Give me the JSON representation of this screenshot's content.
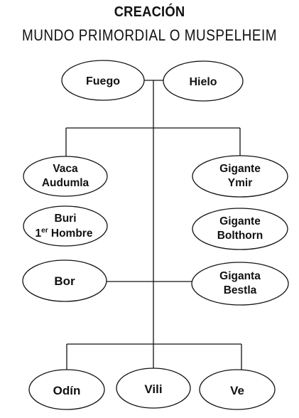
{
  "header": {
    "title": "CREACIÓN",
    "subtitle": "MUNDO PRIMORDIAL O MUSPELHEIM"
  },
  "nodes": {
    "fuego": {
      "lines": [
        "Fuego"
      ]
    },
    "hielo": {
      "lines": [
        "Hielo"
      ]
    },
    "vaca": {
      "lines": [
        "Vaca",
        "Audumla"
      ]
    },
    "buri": {
      "line1": "Buri",
      "line2_num": "1",
      "line2_sup": "er",
      "line2_rest": " Hombre"
    },
    "bor": {
      "lines": [
        "Bor"
      ]
    },
    "ymir": {
      "lines": [
        "Gigante",
        "Ymir"
      ]
    },
    "bolthorn": {
      "lines": [
        "Gigante",
        "Bolthorn"
      ]
    },
    "bestla": {
      "lines": [
        "Giganta",
        "Bestla"
      ]
    },
    "odin": {
      "lines": [
        "Odín"
      ]
    },
    "vili": {
      "lines": [
        "Vili"
      ]
    },
    "ve": {
      "lines": [
        "Ve"
      ]
    }
  }
}
